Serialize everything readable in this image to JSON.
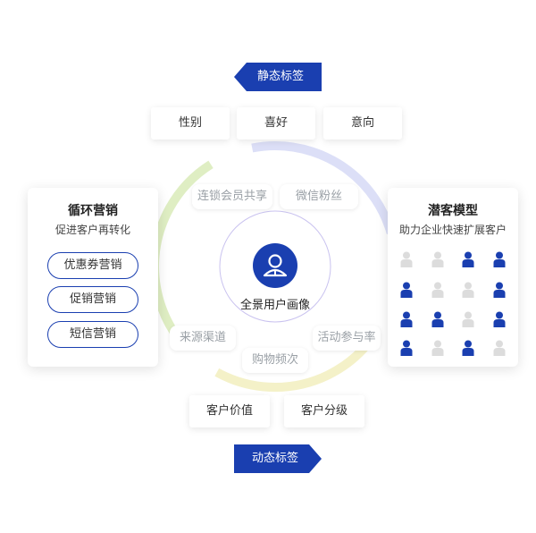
{
  "static_tag": "静态标签",
  "dynamic_tag": "动态标签",
  "top_tags": [
    "性别",
    "喜好",
    "意向"
  ],
  "bottom_tags": [
    "客户价值",
    "客户分级"
  ],
  "inner_tags": {
    "chain_member_share": "连锁会员共享",
    "wechat_fans": "微信粉丝",
    "source_channel": "来源渠道",
    "purchase_frequency": "购物频次",
    "activity_participation": "活动参与率"
  },
  "center": {
    "label": "全景用户画像",
    "icon": "user-portrait-icon"
  },
  "left_card": {
    "title": "循环营销",
    "subtitle": "促进客户再转化",
    "buttons": [
      "优惠券营销",
      "促销营销",
      "短信营销"
    ]
  },
  "right_card": {
    "title": "潜客模型",
    "subtitle": "助力企业快速扩展客户",
    "grid": [
      [
        0,
        0,
        1,
        1
      ],
      [
        1,
        0,
        0,
        1
      ],
      [
        1,
        1,
        0,
        1
      ],
      [
        1,
        0,
        1,
        0
      ]
    ]
  },
  "colors": {
    "accent": "#1a3fb0",
    "person_inactive": "#dcdcdc",
    "ring_green": "#dfeec3",
    "ring_blue": "#dcdff7",
    "ring_yellow": "#f4f1c8",
    "inner_circle": "#c9c2ef"
  }
}
